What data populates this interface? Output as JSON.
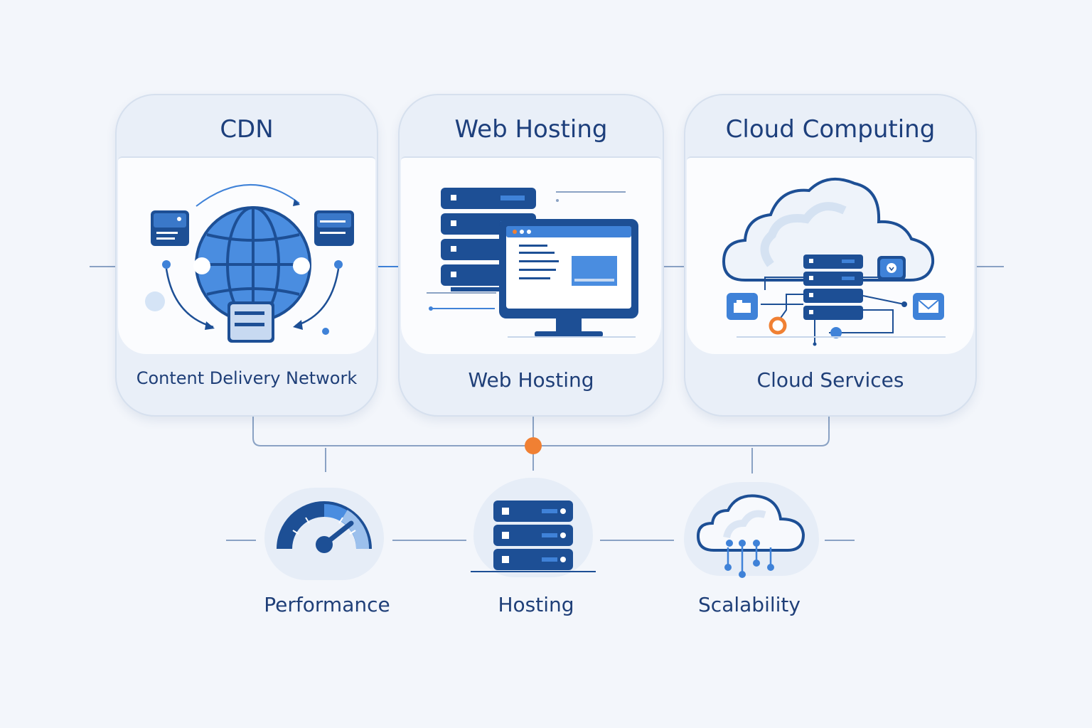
{
  "cards": [
    {
      "title": "CDN",
      "caption": "Content Delivery Network"
    },
    {
      "title": "Web Hosting",
      "caption": "Web Hosting"
    },
    {
      "title": "Cloud Computing",
      "caption": "Cloud Services"
    }
  ],
  "features": [
    {
      "label": "Performance",
      "icon": "speedometer-icon"
    },
    {
      "label": "Hosting",
      "icon": "server-rack-icon"
    },
    {
      "label": "Scalability",
      "icon": "cloud-network-icon"
    }
  ],
  "colors": {
    "primary": "#1d4f95",
    "accent_blue": "#3f82d8",
    "accent_orange": "#f08033",
    "line": "#8aa2c4",
    "background": "#f3f6fb"
  }
}
